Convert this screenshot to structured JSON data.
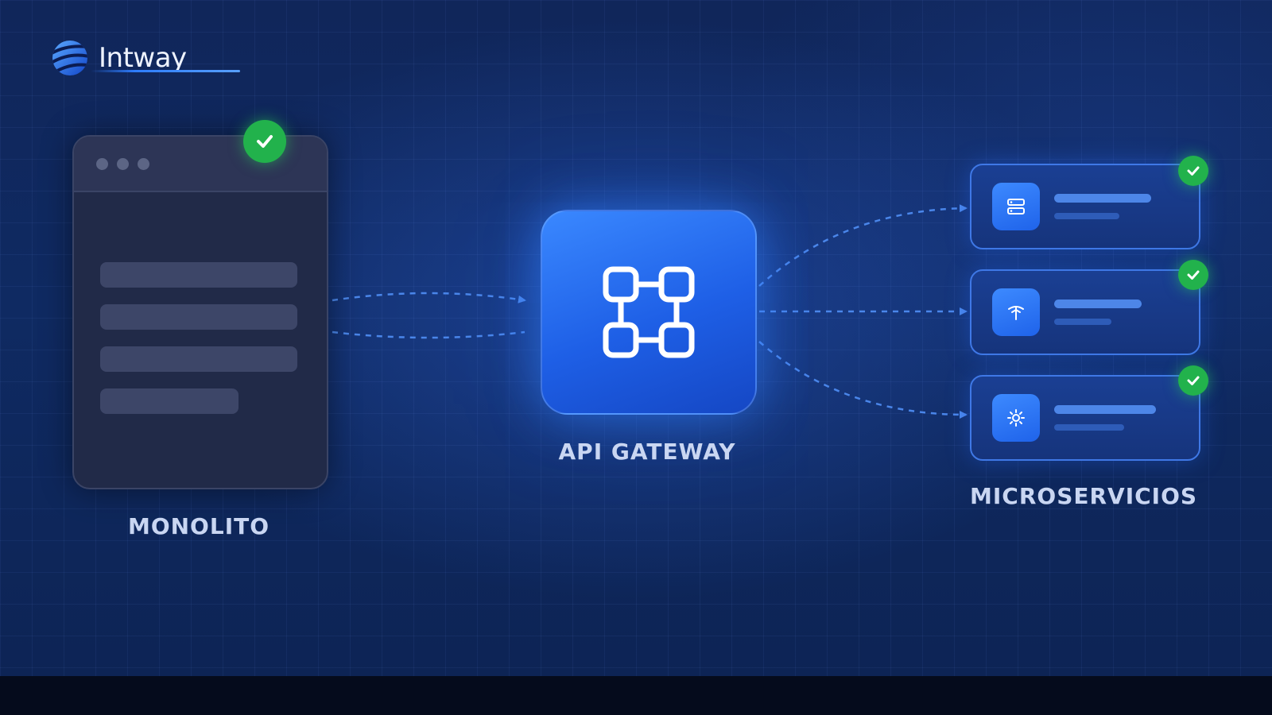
{
  "brand": {
    "name": "Intway",
    "logo_icon": "globe-stripes-icon"
  },
  "colors": {
    "background": "#0f2a62",
    "gateway": "#2a6ef5",
    "card_border": "#3f78e6",
    "check": "#22b24c",
    "arrow": "#4a86ea",
    "label": "#c9d6f2"
  },
  "monolith": {
    "label": "MONOLITO",
    "status": "check-icon"
  },
  "gateway": {
    "label": "API GATEWAY",
    "icon": "modules-network-icon"
  },
  "microservices": {
    "label": "MICROSERVICIOS",
    "items": [
      {
        "icon": "server-icon",
        "status": "check-icon"
      },
      {
        "icon": "antenna-icon",
        "status": "check-icon"
      },
      {
        "icon": "gear-icon",
        "status": "check-icon"
      }
    ]
  }
}
